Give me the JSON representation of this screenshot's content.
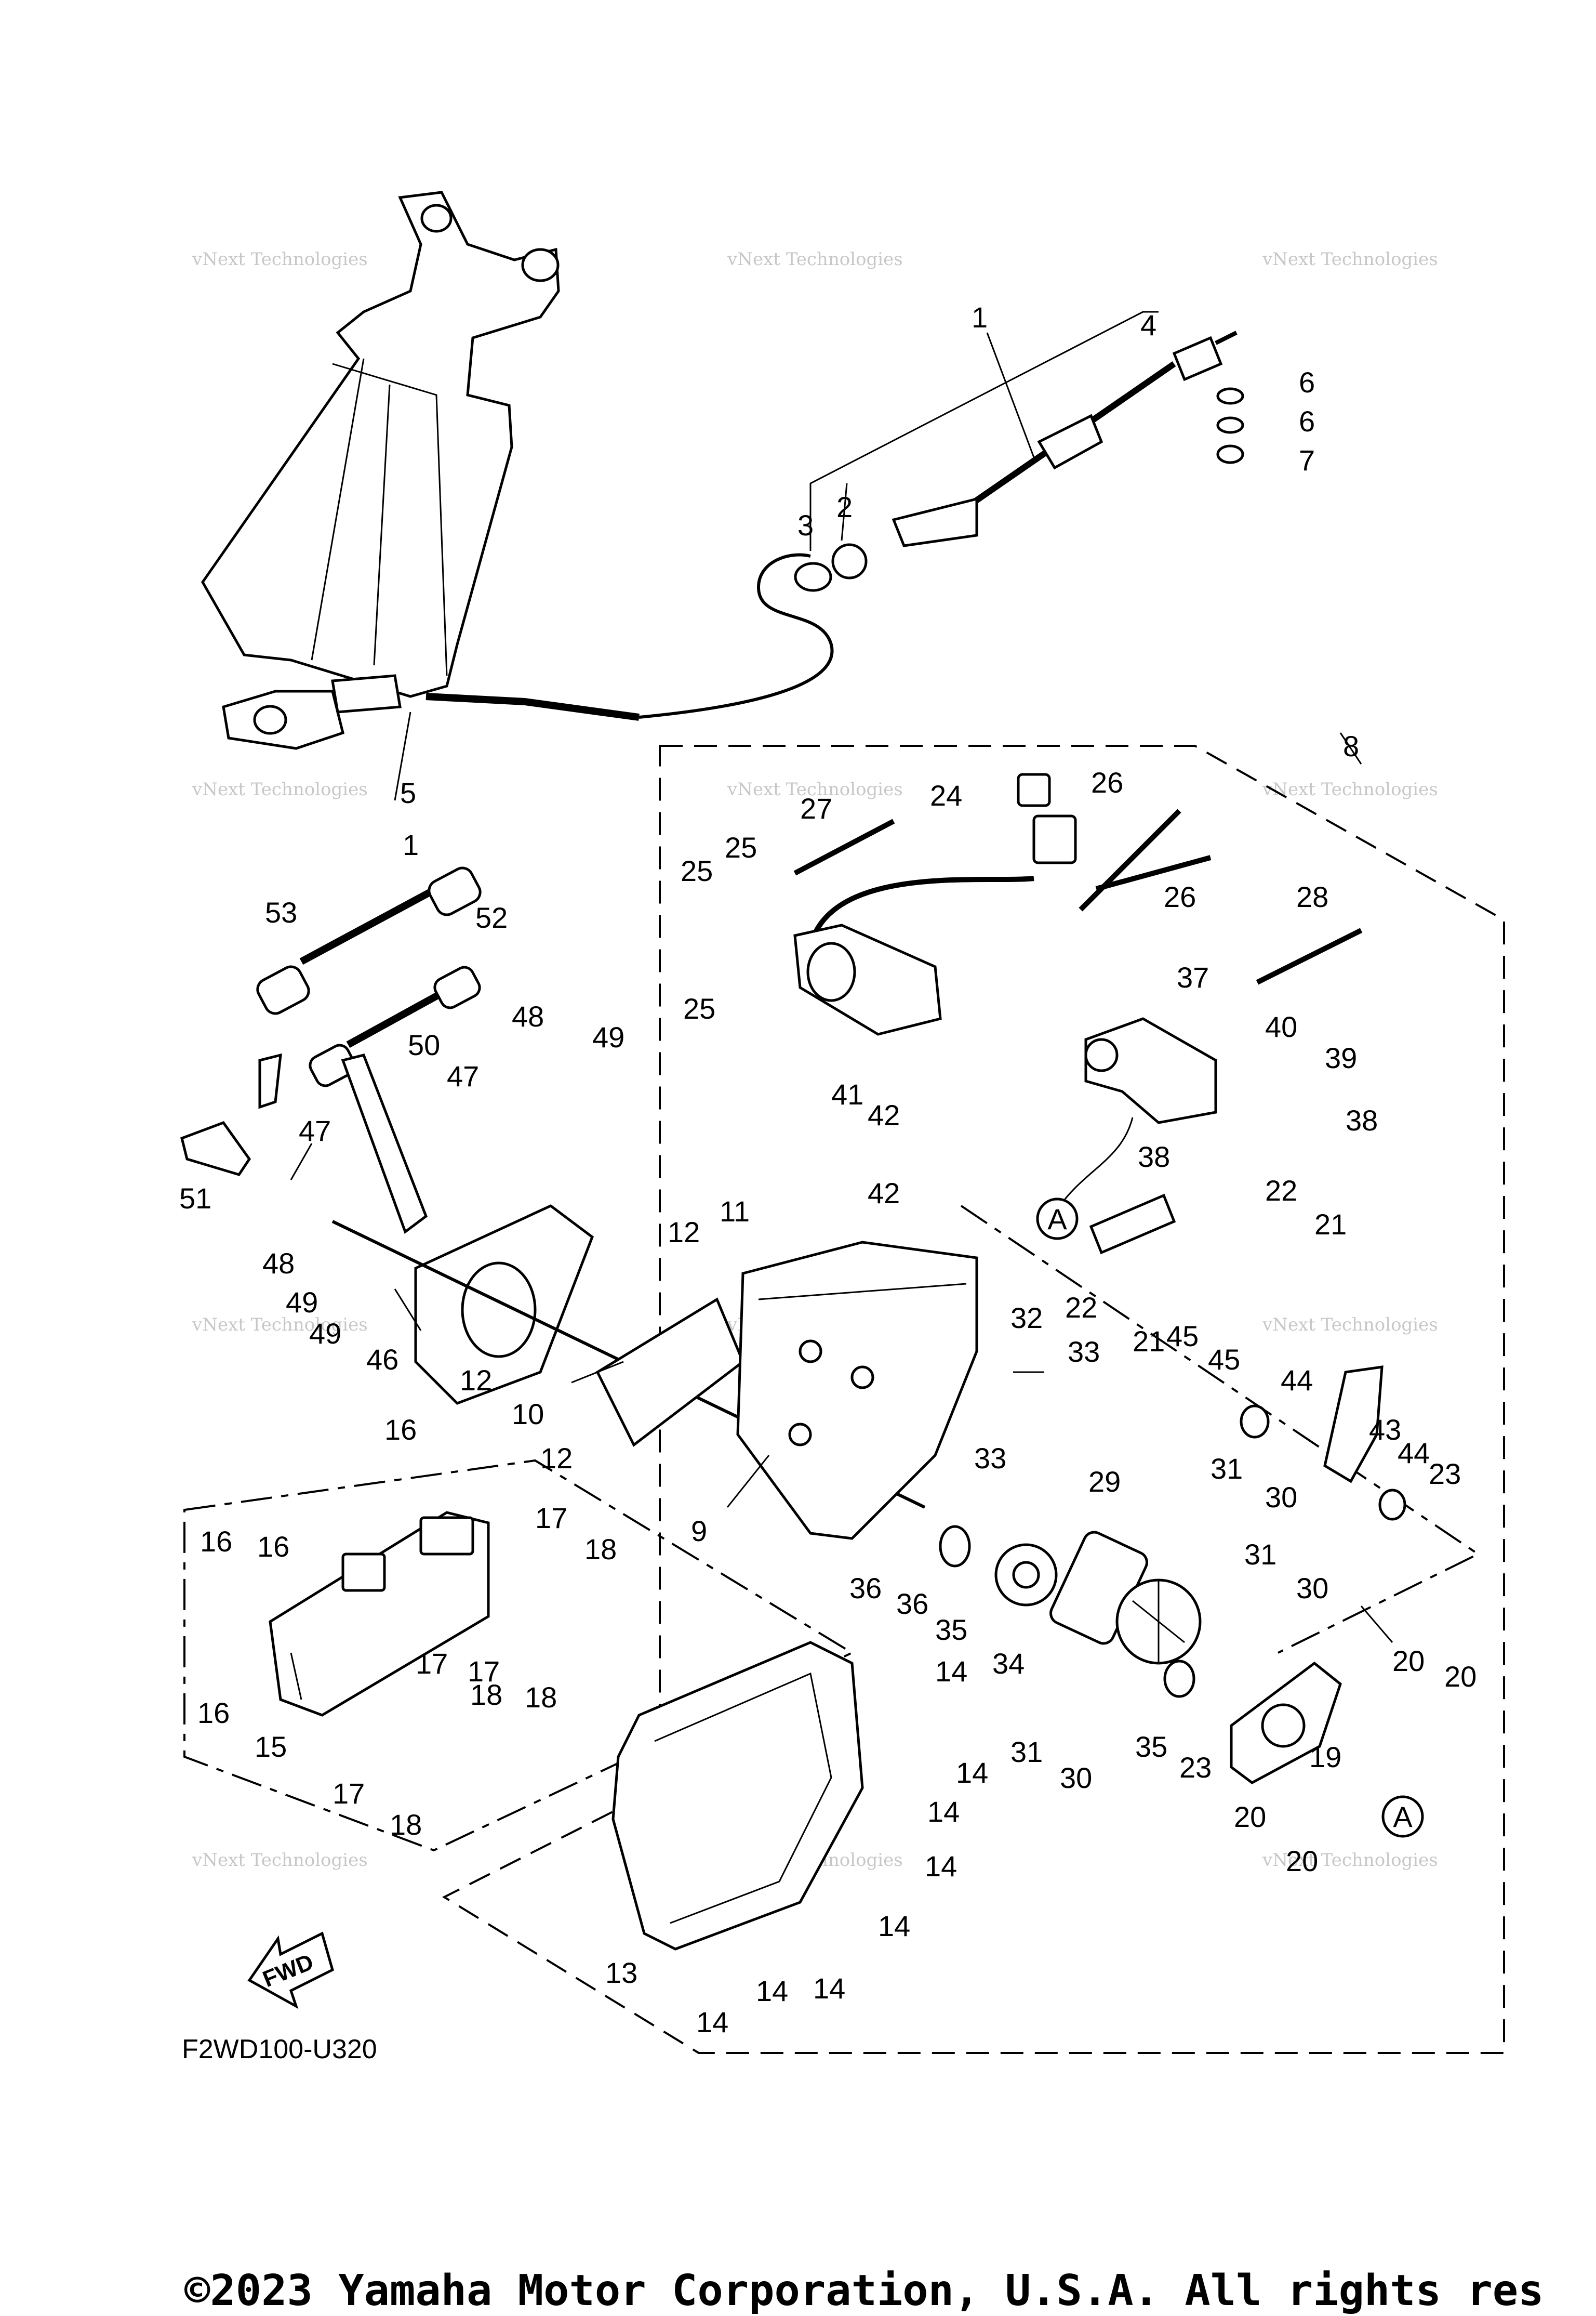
{
  "diagram": {
    "code": "F2WD100-U320",
    "copyright": "©2023 Yamaha Motor Corporation, U.S.A. All rights res",
    "fwd_label": "FWD",
    "circle_label": "A",
    "watermark": "vNext Technologies",
    "callouts": [
      {
        "id": "c1",
        "label": "1"
      },
      {
        "id": "c2",
        "label": "2"
      },
      {
        "id": "c3",
        "label": "3"
      },
      {
        "id": "c4",
        "label": "4"
      },
      {
        "id": "c5",
        "label": "5"
      },
      {
        "id": "c1b",
        "label": "1"
      },
      {
        "id": "c6a",
        "label": "6"
      },
      {
        "id": "c6b",
        "label": "6"
      },
      {
        "id": "c7",
        "label": "7"
      },
      {
        "id": "c8",
        "label": "8"
      },
      {
        "id": "c9",
        "label": "9"
      },
      {
        "id": "c10",
        "label": "10"
      },
      {
        "id": "c11",
        "label": "11"
      },
      {
        "id": "c12a",
        "label": "12"
      },
      {
        "id": "c12b",
        "label": "12"
      },
      {
        "id": "c12c",
        "label": "12"
      },
      {
        "id": "c13",
        "label": "13"
      },
      {
        "id": "c14a",
        "label": "14"
      },
      {
        "id": "c14b",
        "label": "14"
      },
      {
        "id": "c14c",
        "label": "14"
      },
      {
        "id": "c14d",
        "label": "14"
      },
      {
        "id": "c14e",
        "label": "14"
      },
      {
        "id": "c14f",
        "label": "14"
      },
      {
        "id": "c14g",
        "label": "14"
      },
      {
        "id": "c14h",
        "label": "14"
      },
      {
        "id": "c15",
        "label": "15"
      },
      {
        "id": "c16a",
        "label": "16"
      },
      {
        "id": "c16b",
        "label": "16"
      },
      {
        "id": "c16c",
        "label": "16"
      },
      {
        "id": "c16d",
        "label": "16"
      },
      {
        "id": "c17a",
        "label": "17"
      },
      {
        "id": "c17b",
        "label": "17"
      },
      {
        "id": "c17c",
        "label": "17"
      },
      {
        "id": "c17d",
        "label": "17"
      },
      {
        "id": "c18a",
        "label": "18"
      },
      {
        "id": "c18b",
        "label": "18"
      },
      {
        "id": "c18c",
        "label": "18"
      },
      {
        "id": "c18d",
        "label": "18"
      },
      {
        "id": "c19",
        "label": "19"
      },
      {
        "id": "c20a",
        "label": "20"
      },
      {
        "id": "c20b",
        "label": "20"
      },
      {
        "id": "c20c",
        "label": "20"
      },
      {
        "id": "c20d",
        "label": "20"
      },
      {
        "id": "c21a",
        "label": "21"
      },
      {
        "id": "c21b",
        "label": "21"
      },
      {
        "id": "c22a",
        "label": "22"
      },
      {
        "id": "c22b",
        "label": "22"
      },
      {
        "id": "c23a",
        "label": "23"
      },
      {
        "id": "c23b",
        "label": "23"
      },
      {
        "id": "c24",
        "label": "24"
      },
      {
        "id": "c25a",
        "label": "25"
      },
      {
        "id": "c25b",
        "label": "25"
      },
      {
        "id": "c25c",
        "label": "25"
      },
      {
        "id": "c26a",
        "label": "26"
      },
      {
        "id": "c26b",
        "label": "26"
      },
      {
        "id": "c27",
        "label": "27"
      },
      {
        "id": "c28",
        "label": "28"
      },
      {
        "id": "c29",
        "label": "29"
      },
      {
        "id": "c30a",
        "label": "30"
      },
      {
        "id": "c30b",
        "label": "30"
      },
      {
        "id": "c30c",
        "label": "30"
      },
      {
        "id": "c31a",
        "label": "31"
      },
      {
        "id": "c31b",
        "label": "31"
      },
      {
        "id": "c31c",
        "label": "31"
      },
      {
        "id": "c32",
        "label": "32"
      },
      {
        "id": "c33a",
        "label": "33"
      },
      {
        "id": "c33b",
        "label": "33"
      },
      {
        "id": "c34",
        "label": "34"
      },
      {
        "id": "c35a",
        "label": "35"
      },
      {
        "id": "c35b",
        "label": "35"
      },
      {
        "id": "c36a",
        "label": "36"
      },
      {
        "id": "c36b",
        "label": "36"
      },
      {
        "id": "c37",
        "label": "37"
      },
      {
        "id": "c38a",
        "label": "38"
      },
      {
        "id": "c38b",
        "label": "38"
      },
      {
        "id": "c39",
        "label": "39"
      },
      {
        "id": "c40",
        "label": "40"
      },
      {
        "id": "c41",
        "label": "41"
      },
      {
        "id": "c42a",
        "label": "42"
      },
      {
        "id": "c42b",
        "label": "42"
      },
      {
        "id": "c43",
        "label": "43"
      },
      {
        "id": "c44a",
        "label": "44"
      },
      {
        "id": "c44b",
        "label": "44"
      },
      {
        "id": "c45a",
        "label": "45"
      },
      {
        "id": "c45b",
        "label": "45"
      },
      {
        "id": "c46",
        "label": "46"
      },
      {
        "id": "c47a",
        "label": "47"
      },
      {
        "id": "c47b",
        "label": "47"
      },
      {
        "id": "c48a",
        "label": "48"
      },
      {
        "id": "c48b",
        "label": "48"
      },
      {
        "id": "c49a",
        "label": "49"
      },
      {
        "id": "c49b",
        "label": "49"
      },
      {
        "id": "c49c",
        "label": "49"
      },
      {
        "id": "c50",
        "label": "50"
      },
      {
        "id": "c51",
        "label": "51"
      },
      {
        "id": "c52",
        "label": "52"
      },
      {
        "id": "c53",
        "label": "53"
      }
    ]
  }
}
